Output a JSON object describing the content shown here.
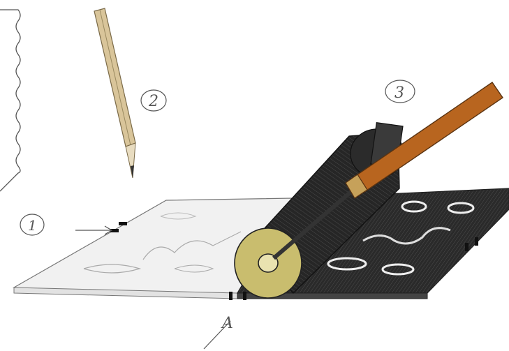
{
  "labels": {
    "step1": "1",
    "step2": "2",
    "step3": "3",
    "pointer": "A"
  },
  "colors": {
    "pencil_line": "#6e6e6e",
    "ink": "#1f1f1f",
    "pencil_wood": "#d9c59a",
    "handle": "#b8651f",
    "roller_end": "#c9bd6e",
    "registration_mark": "#111111"
  },
  "icons": [
    "pencil-icon",
    "brayer-roller-icon",
    "arrow-icon"
  ]
}
